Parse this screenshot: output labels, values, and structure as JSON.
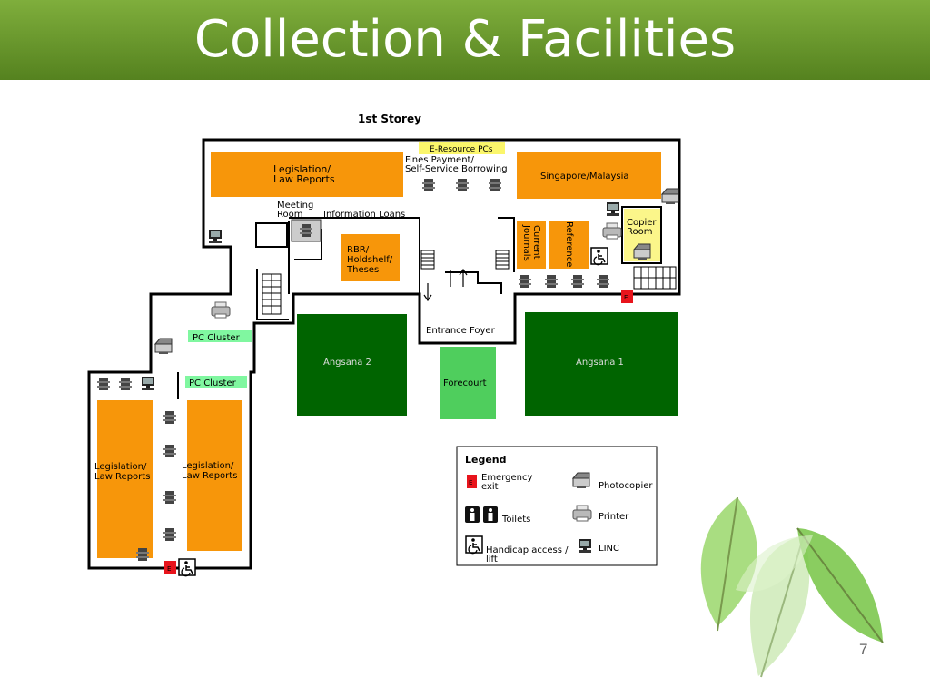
{
  "slide": {
    "title": "Collection & Facilities",
    "page_number": "7"
  },
  "floor_plan": {
    "heading": "1st Storey",
    "areas": {
      "legislation_top_1": "Legislation/",
      "legislation_top_2": "Law Reports",
      "eresource": "E-Resource PCs",
      "fines_1": "Fines Payment/",
      "fines_2": "Self-Service Borrowing",
      "singapore_malaysia": "Singapore/Malaysia",
      "meeting_1": "Meeting",
      "meeting_2": "Room",
      "information_loans": "Information  Loans",
      "copier_1": "Copier",
      "copier_2": "Room",
      "rbr_1": "RBR/",
      "rbr_2": "Holdshelf/",
      "rbr_3": "Theses",
      "current_journals_1": "Current",
      "current_journals_2": "Journals",
      "reference": "Reference",
      "entrance_foyer": "Entrance Foyer",
      "pc_cluster_1": "PC Cluster",
      "pc_cluster_2": "PC Cluster",
      "angsana_2": "Angsana 2",
      "angsana_1": "Angsana 1",
      "forecourt": "Forecourt",
      "legislation_left_1": "Legislation/",
      "legislation_left_2": "Law Reports",
      "legislation_right_1": "Legislation/",
      "legislation_right_2": "Law Reports"
    },
    "exit_marker": "E",
    "colors": {
      "orange": "#f7960a",
      "dark_green": "#006400",
      "light_green": "#4fce5d",
      "pc_cluster_green": "#80f7a0",
      "eresource_yellow": "#fbf66b",
      "copier_yellow": "#fbf68a",
      "exit_red": "#e8141c",
      "wall": "#000000"
    }
  },
  "legend": {
    "title": "Legend",
    "emergency_1": "Emergency",
    "emergency_2": "exit",
    "toilets": "Toilets",
    "handicap_1": "Handicap access /",
    "handicap_2": "lift",
    "photocopier": "Photocopier",
    "printer": "Printer",
    "linc": "LINC"
  },
  "icons": [
    "desk-icon",
    "computer-icon",
    "printer-icon",
    "photocopier-icon",
    "handicap-icon",
    "toilet-icon",
    "staircase-icon",
    "leaf-icon"
  ]
}
